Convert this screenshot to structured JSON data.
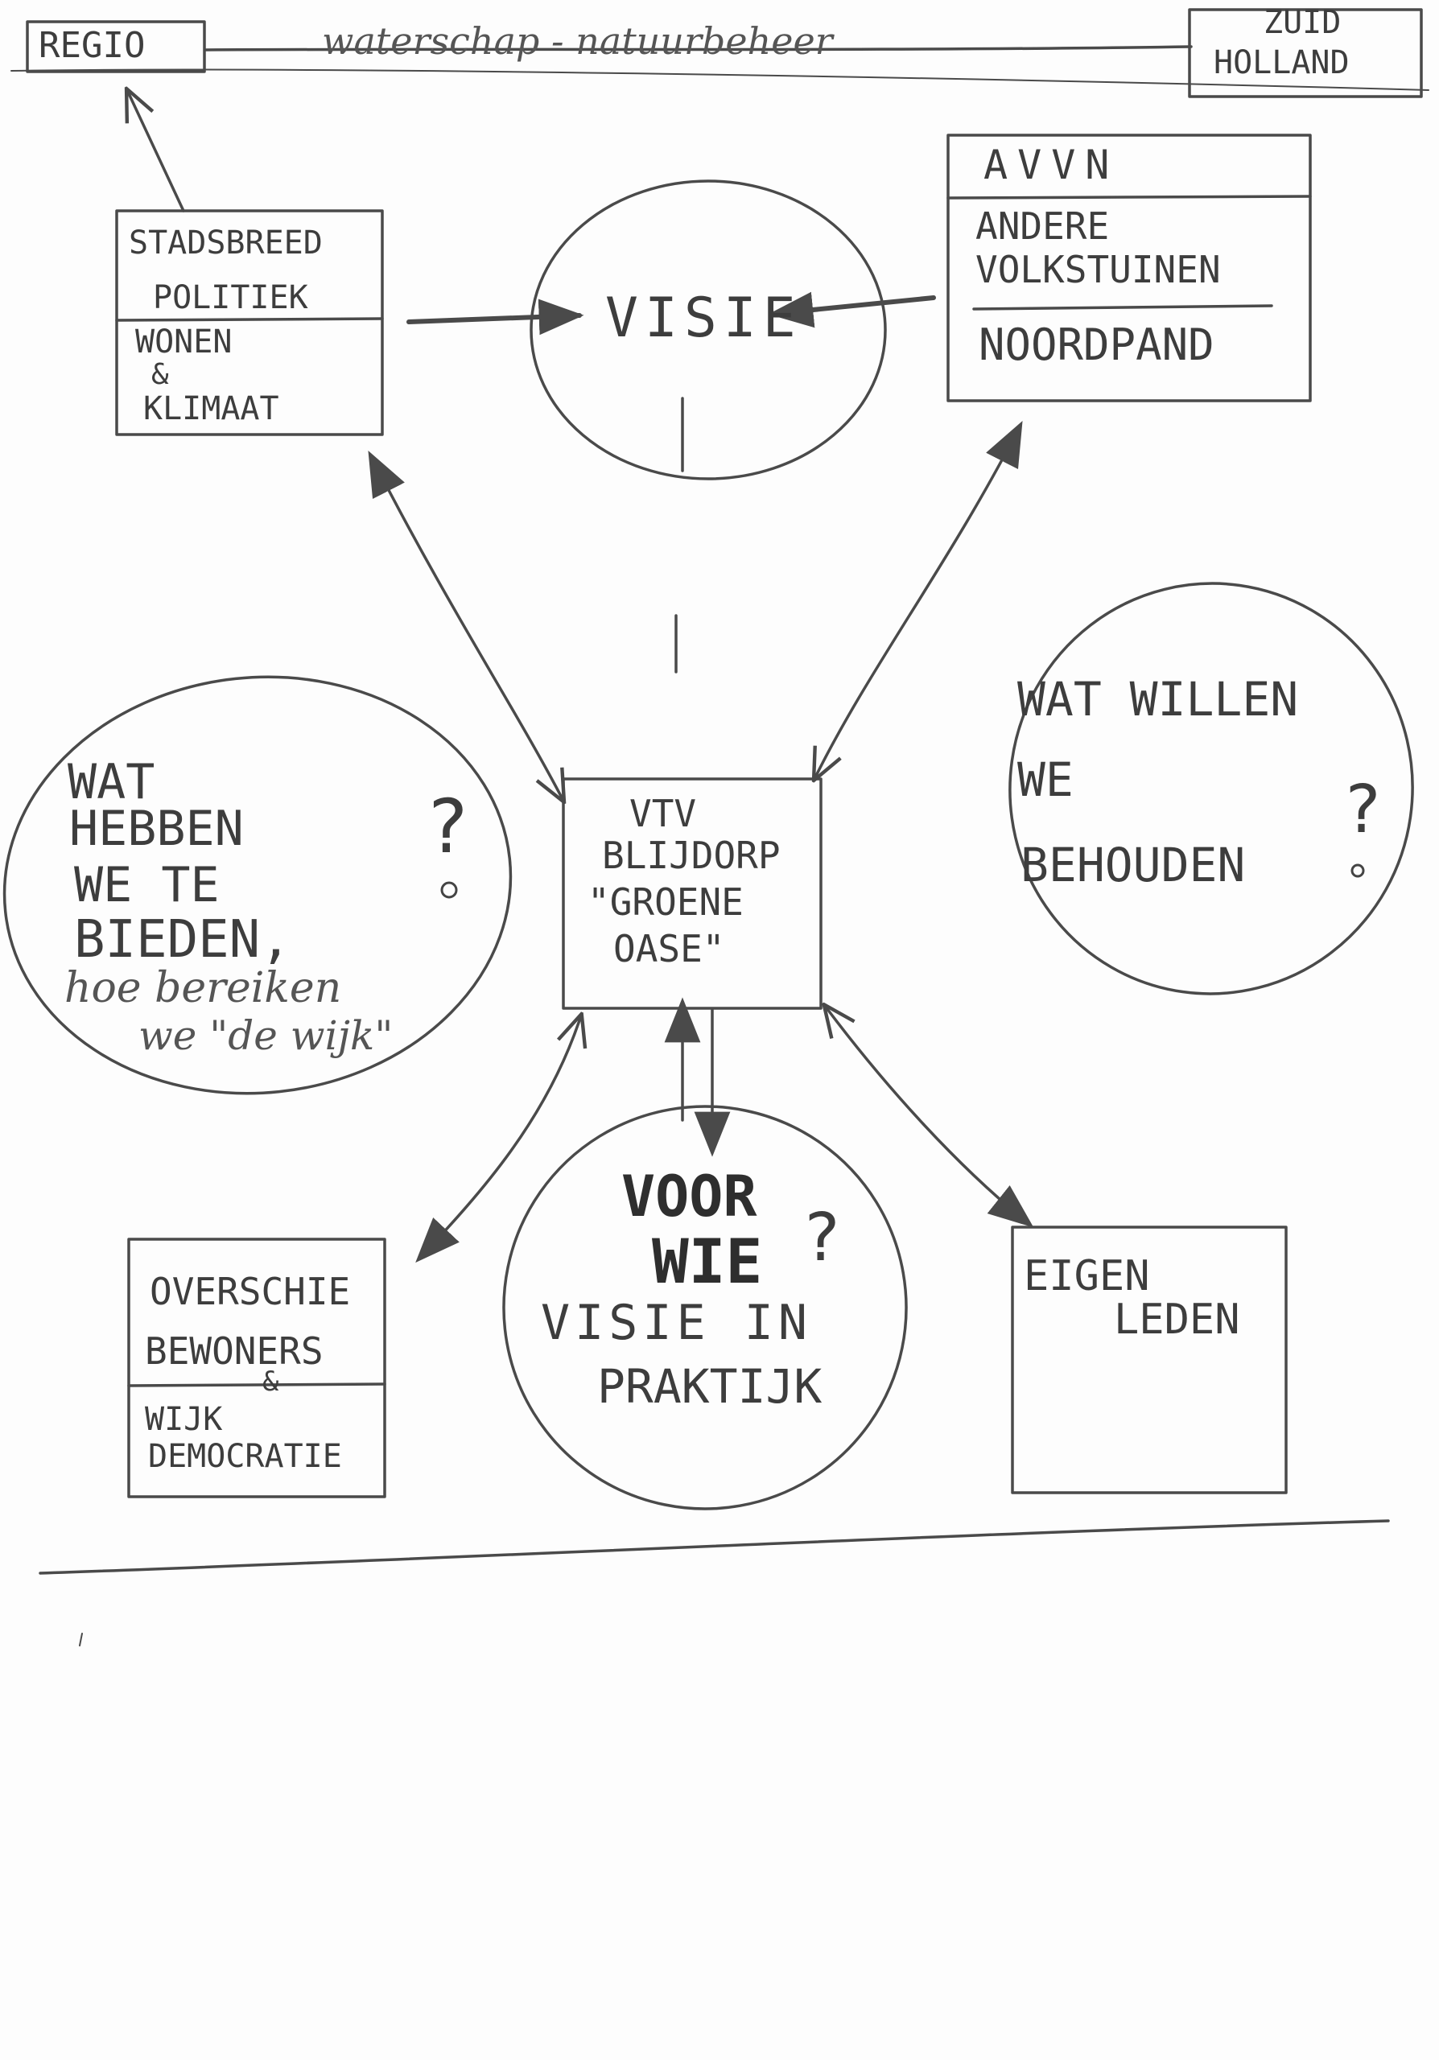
{
  "header": {
    "regio": "REGIO",
    "link_text": "waterschap - natuurbeheer",
    "province_line1": "ZUID",
    "province_line2": "HOLLAND"
  },
  "stadsbreed": {
    "line1": "STADSBREED",
    "line2": "POLITIEK",
    "line3": "WONEN",
    "line4": "&",
    "line5": "KLIMAAT"
  },
  "visie": {
    "label": "VISIE"
  },
  "avvn": {
    "title": "AVVN",
    "line2": "ANDERE",
    "line3": "VOLKSTUINEN",
    "line4": "NOORDPAND"
  },
  "center": {
    "line1": "VTV",
    "line2": "BLIJDORP",
    "line3": "\"GROENE",
    "line4": "OASE\""
  },
  "wat_hebben": {
    "line1": "WAT",
    "line2": "HEBBEN",
    "line3": "WE TE",
    "line4": "BIEDEN,",
    "line5": "hoe bereiken",
    "line6": "we \"de wijk\"",
    "mark": "?"
  },
  "wat_willen": {
    "line1": "WAT WILLEN",
    "line2": "WE",
    "line3": "BEHOUDEN",
    "mark": "?"
  },
  "voor_wie": {
    "line1": "VOOR",
    "line2": "WIE",
    "mark": "?",
    "line3": "VISIE IN",
    "line4": "PRAKTIJK"
  },
  "overschie": {
    "line1": "OVERSCHIE",
    "line2": "BEWONERS",
    "line3": "&",
    "line4": "WIJK",
    "line5": "DEMOCRATIE"
  },
  "eigen_leden": {
    "line1": "EIGEN",
    "line2": "LEDEN"
  }
}
